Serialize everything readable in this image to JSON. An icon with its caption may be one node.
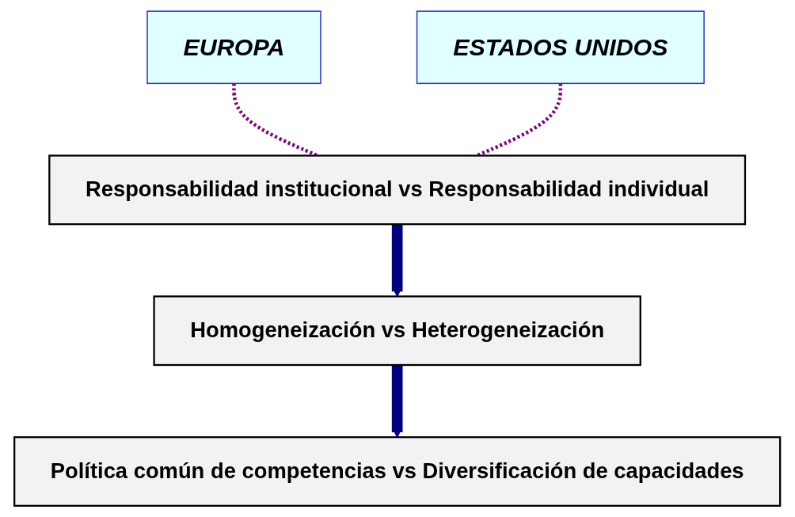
{
  "diagram": {
    "nodes": [
      {
        "text": [
          "EUROPA"
        ]
      },
      {
        "text": [
          "ESTADOS UNIDOS"
        ]
      },
      {
        "text": [
          "Responsabilidad institucional vs Responsabilidad individual"
        ]
      },
      {
        "text": [
          "Homogeneización vs Heterogeneización"
        ]
      },
      {
        "text": [
          "Política común de competencias vs Diversificación de capacidades"
        ]
      }
    ],
    "edges": [
      {
        "from": 0,
        "to": 2,
        "arrow": "none",
        "style": "dashed",
        "color": "#800080"
      },
      {
        "from": 1,
        "to": 2,
        "arrow": "none",
        "style": "dashed",
        "color": "#800080"
      },
      {
        "from": 2,
        "to": 3,
        "arrow": "to",
        "style": "thick",
        "color": "#000080"
      },
      {
        "from": 3,
        "to": 4,
        "arrow": "to",
        "style": "thick",
        "color": "#000080"
      }
    ]
  }
}
